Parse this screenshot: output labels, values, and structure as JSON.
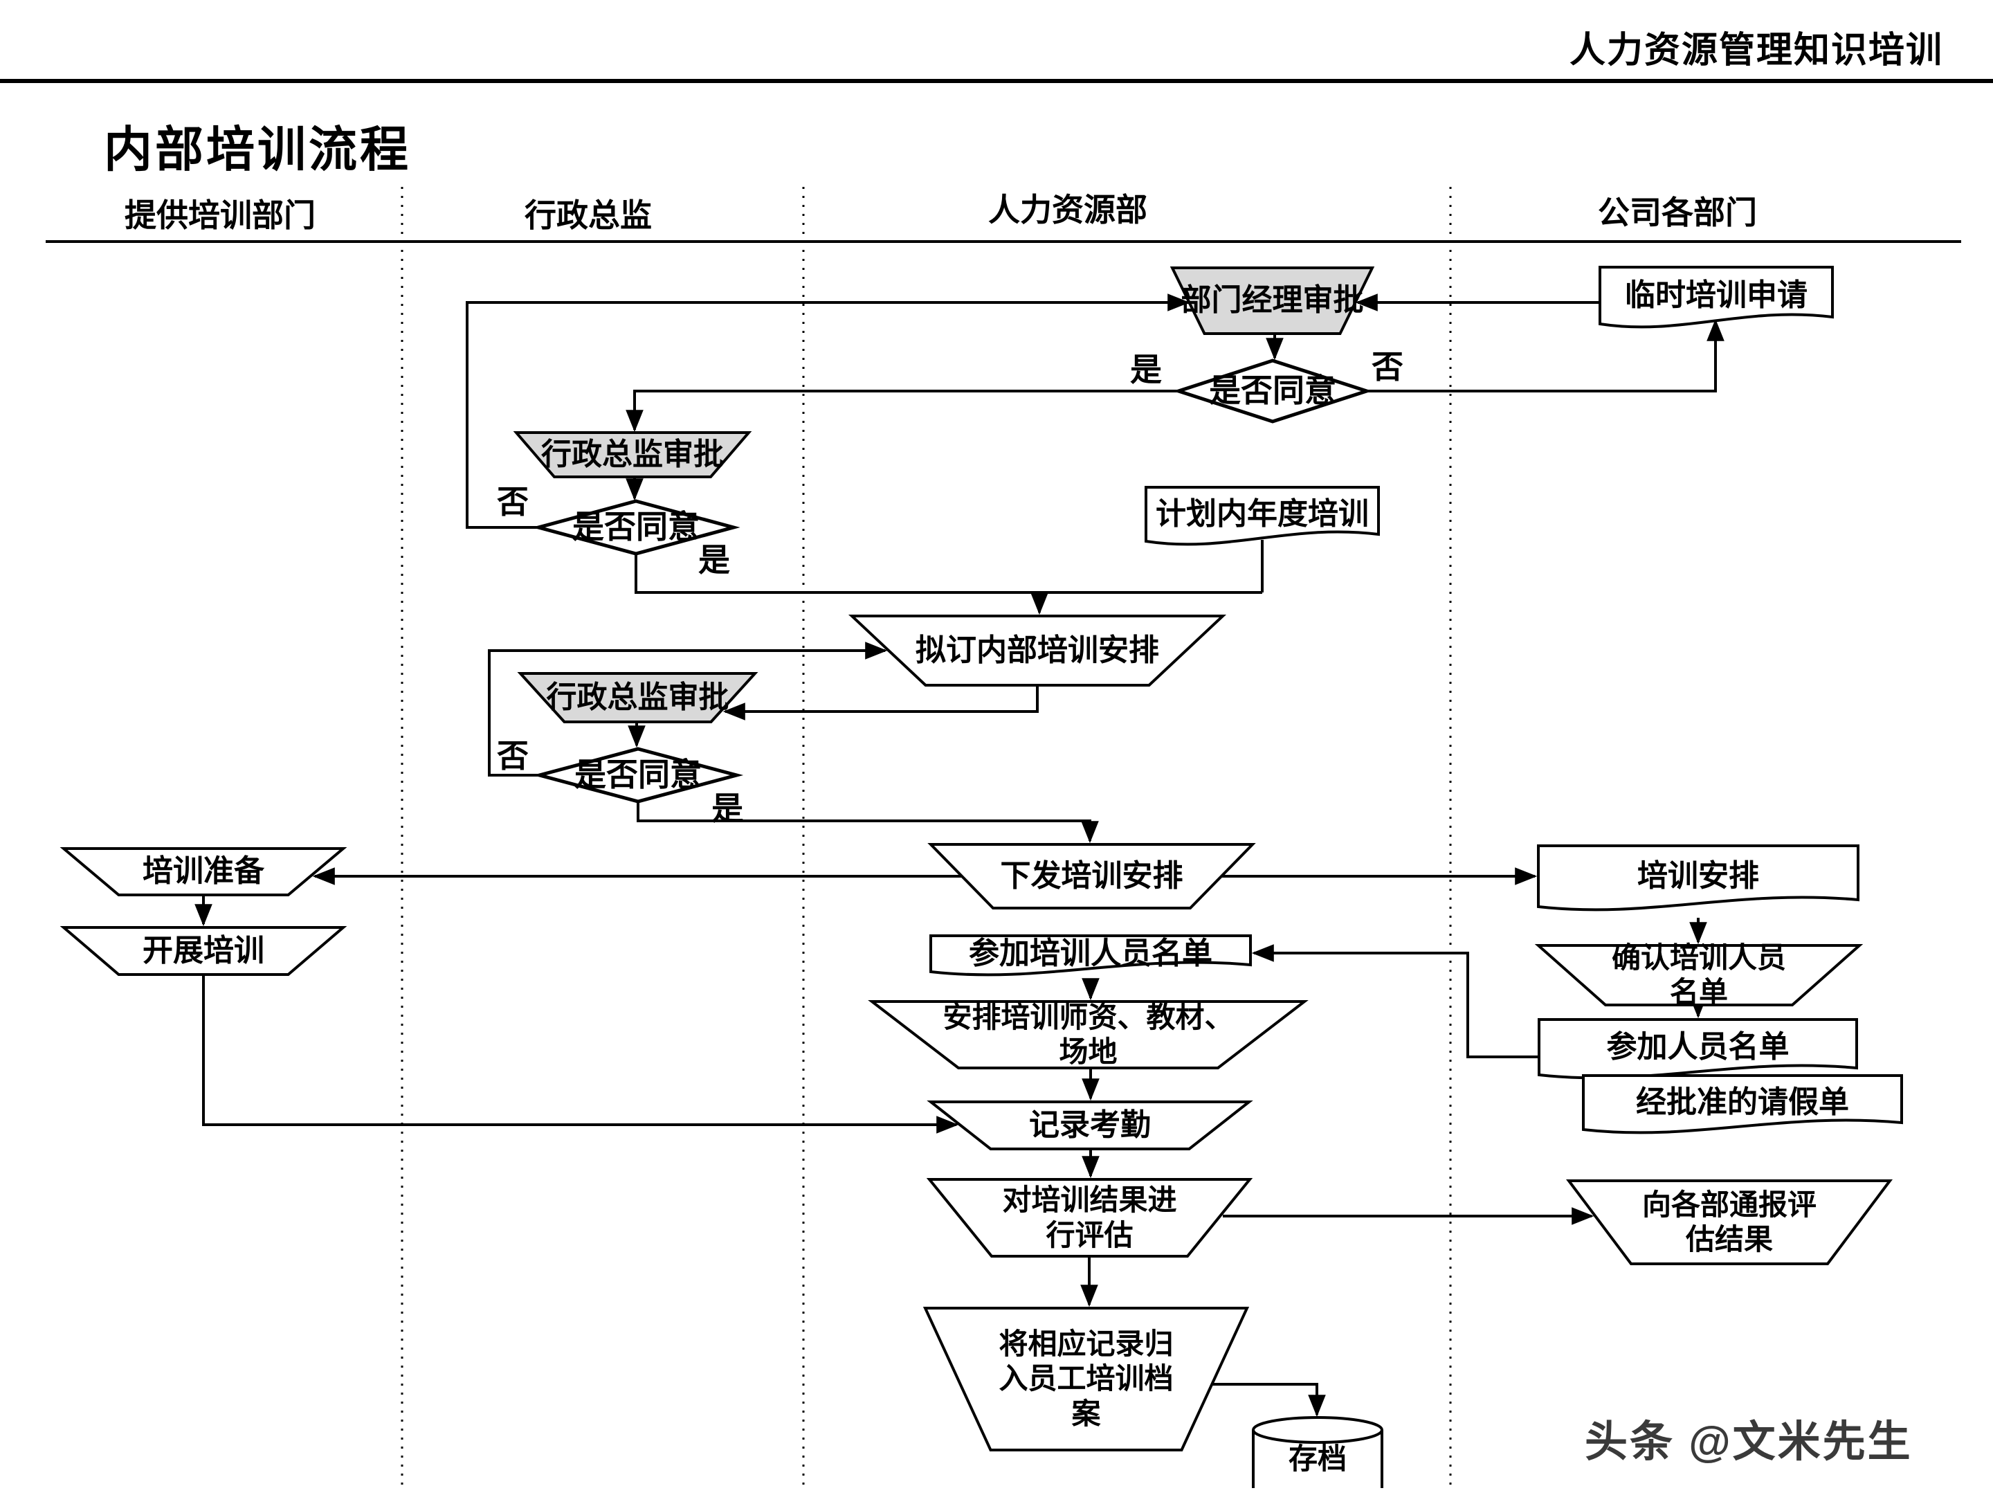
{
  "header": {
    "doc_title": "人力资源管理知识培训"
  },
  "page": {
    "title": "内部培训流程"
  },
  "lanes": [
    {
      "label": "提供培训部门"
    },
    {
      "label": "行政总监"
    },
    {
      "label": "人力资源部"
    },
    {
      "label": "公司各部门"
    }
  ],
  "nodes": {
    "temp-training-request": {
      "label": "临时培训申请"
    },
    "dept-manager-approval": {
      "label": "部门经理审批"
    },
    "agree1": {
      "label": "是否同意"
    },
    "admin-director-approval-1": {
      "label": "行政总监审批"
    },
    "agree2": {
      "label": "是否同意"
    },
    "annual-plan-training": {
      "label": "计划内年度培训"
    },
    "draft-internal-training-plan": {
      "label": "拟订内部培训安排"
    },
    "admin-director-approval-2": {
      "label": "行政总监审批"
    },
    "agree3": {
      "label": "是否同意"
    },
    "training-prep": {
      "label": "培训准备"
    },
    "conduct-training": {
      "label": "开展培训"
    },
    "issue-training-plan": {
      "label": "下发培训安排"
    },
    "training-plan-doc": {
      "label": "培训安排"
    },
    "participant-list": {
      "label": "参加培训人员名单"
    },
    "confirm-participants": {
      "label": "确认培训人员\n名单"
    },
    "arrange-resources": {
      "label": "安排培训师资、教材、\n场地"
    },
    "attendee-list": {
      "label": "参加人员名单"
    },
    "approved-leave-slip": {
      "label": "经批准的请假单"
    },
    "record-attendance": {
      "label": "记录考勤"
    },
    "evaluate-results": {
      "label": "对培训结果进\n行评估"
    },
    "notify-departments": {
      "label": "向各部通报评\n估结果"
    },
    "archive-records": {
      "label": "将相应记录归\n入员工培训档\n案"
    },
    "archive": {
      "label": "存档"
    }
  },
  "branch_labels": {
    "yes": "是",
    "no": "否"
  },
  "watermark": {
    "text": "头条 @文米先生"
  },
  "colors": {
    "approval_fill": "#d9d9d9",
    "shape_fill": "#ffffff",
    "line": "#000000"
  }
}
